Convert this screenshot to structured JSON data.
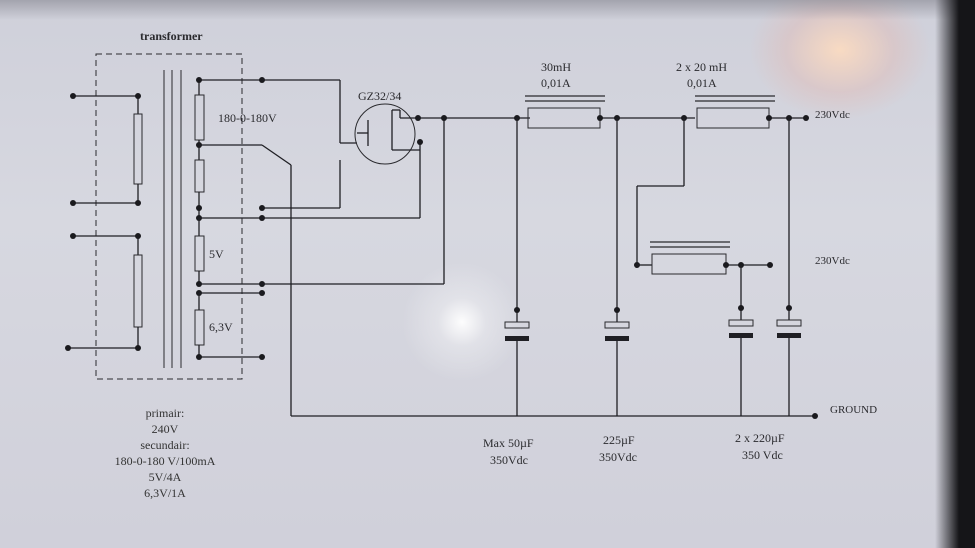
{
  "transformer": {
    "title": "transformer",
    "hv_label": "180-0-180V",
    "v5_label": "5V",
    "v63_label": "6,3V"
  },
  "tube": {
    "label": "GZ32/34"
  },
  "choke1": {
    "inductance": "30mH",
    "current": "0,01A"
  },
  "choke2": {
    "inductance": "2 x 20 mH",
    "current": "0,01A"
  },
  "outputs": {
    "out1": "230Vdc",
    "out2": "230Vdc",
    "ground": "GROUND"
  },
  "capacitors": [
    {
      "value": "Max 50µF",
      "voltage": "350Vdc"
    },
    {
      "value": "225µF",
      "voltage": "350Vdc"
    },
    {
      "value": "2 x 220µF",
      "voltage": "350 Vdc"
    }
  ],
  "specs": {
    "primary_title": "primair:",
    "primary_value": "240V",
    "secondary_title": "secundair:",
    "secondary_hv": "180-0-180 V/100mA",
    "secondary_5v": "5V/4A",
    "secondary_63v": "6,3V/1A"
  }
}
